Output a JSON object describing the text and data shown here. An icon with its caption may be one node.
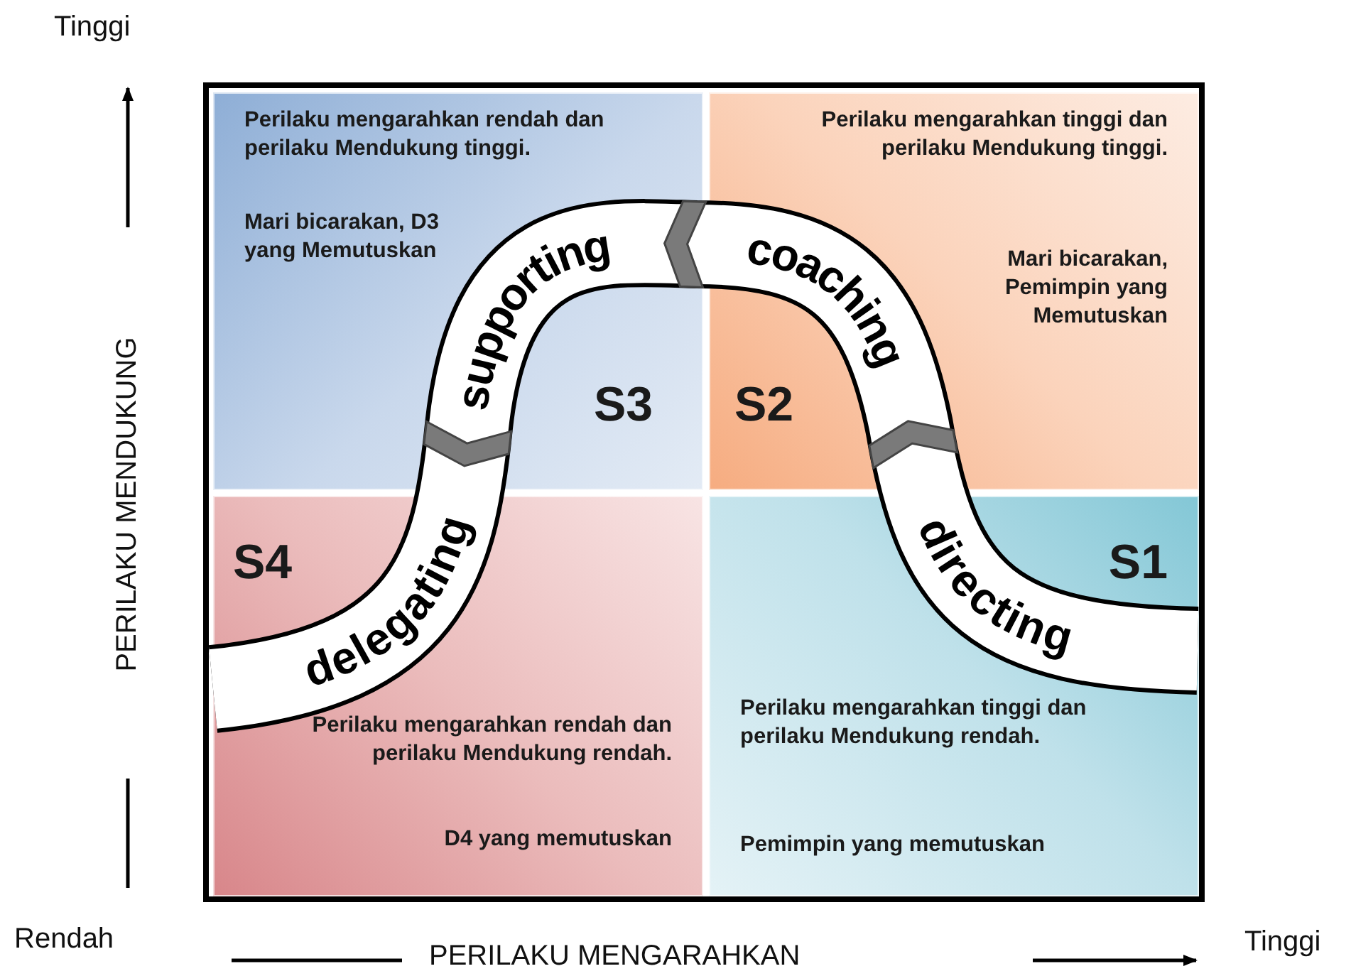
{
  "diagram": {
    "nodes": [
      {
        "text": [
          "Perilaku mengarahkan rendah dan perilaku Mendukung tinggi.",
          "Mari bicarakan, D3 yang Memutuskan",
          "S3"
        ]
      },
      {
        "text": [
          "Perilaku mengarahkan tinggi dan perilaku Mendukung tinggi.",
          "Mari bicarakan, Pemimpin yang Memutuskan",
          "S2"
        ]
      },
      {
        "text": [
          "S4",
          "Perilaku mengarahkan rendah dan perilaku Mendukung rendah.",
          "D4 yang memutuskan"
        ]
      },
      {
        "text": [
          "S1",
          "Perilaku mengarahkan tinggi dan perilaku Mendukung rendah.",
          "Pemimpin yang memutuskan"
        ]
      }
    ],
    "labels": [
      "Tinggi",
      "supporting",
      "coaching",
      "delegating",
      "directing",
      "PERILAKU MENDUKUNG",
      "Rendah",
      "PERILAKU MENGARAHKAN",
      "Tinggi"
    ]
  }
}
